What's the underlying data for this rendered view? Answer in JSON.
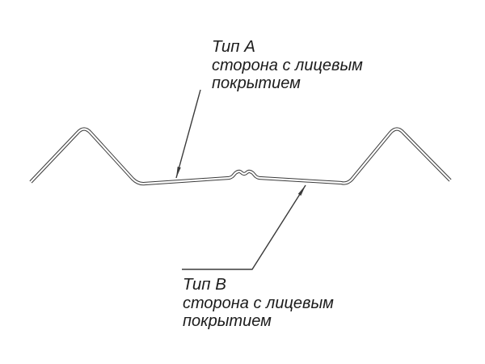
{
  "page": {
    "background_color": "#ffffff"
  },
  "drawing": {
    "stroke_color": "#3a3a3a",
    "text_color": "#1c1c1c",
    "subject": "sheet-metal-profile-cross-section",
    "annotations": {
      "type_a": {
        "title": "Тип A",
        "desc_line1": "сторона с лицевым",
        "desc_line2": "покрытием"
      },
      "type_b": {
        "title": "Тип B",
        "desc_line1": "сторона с лицевым",
        "desc_line2": "покрытием"
      }
    }
  }
}
